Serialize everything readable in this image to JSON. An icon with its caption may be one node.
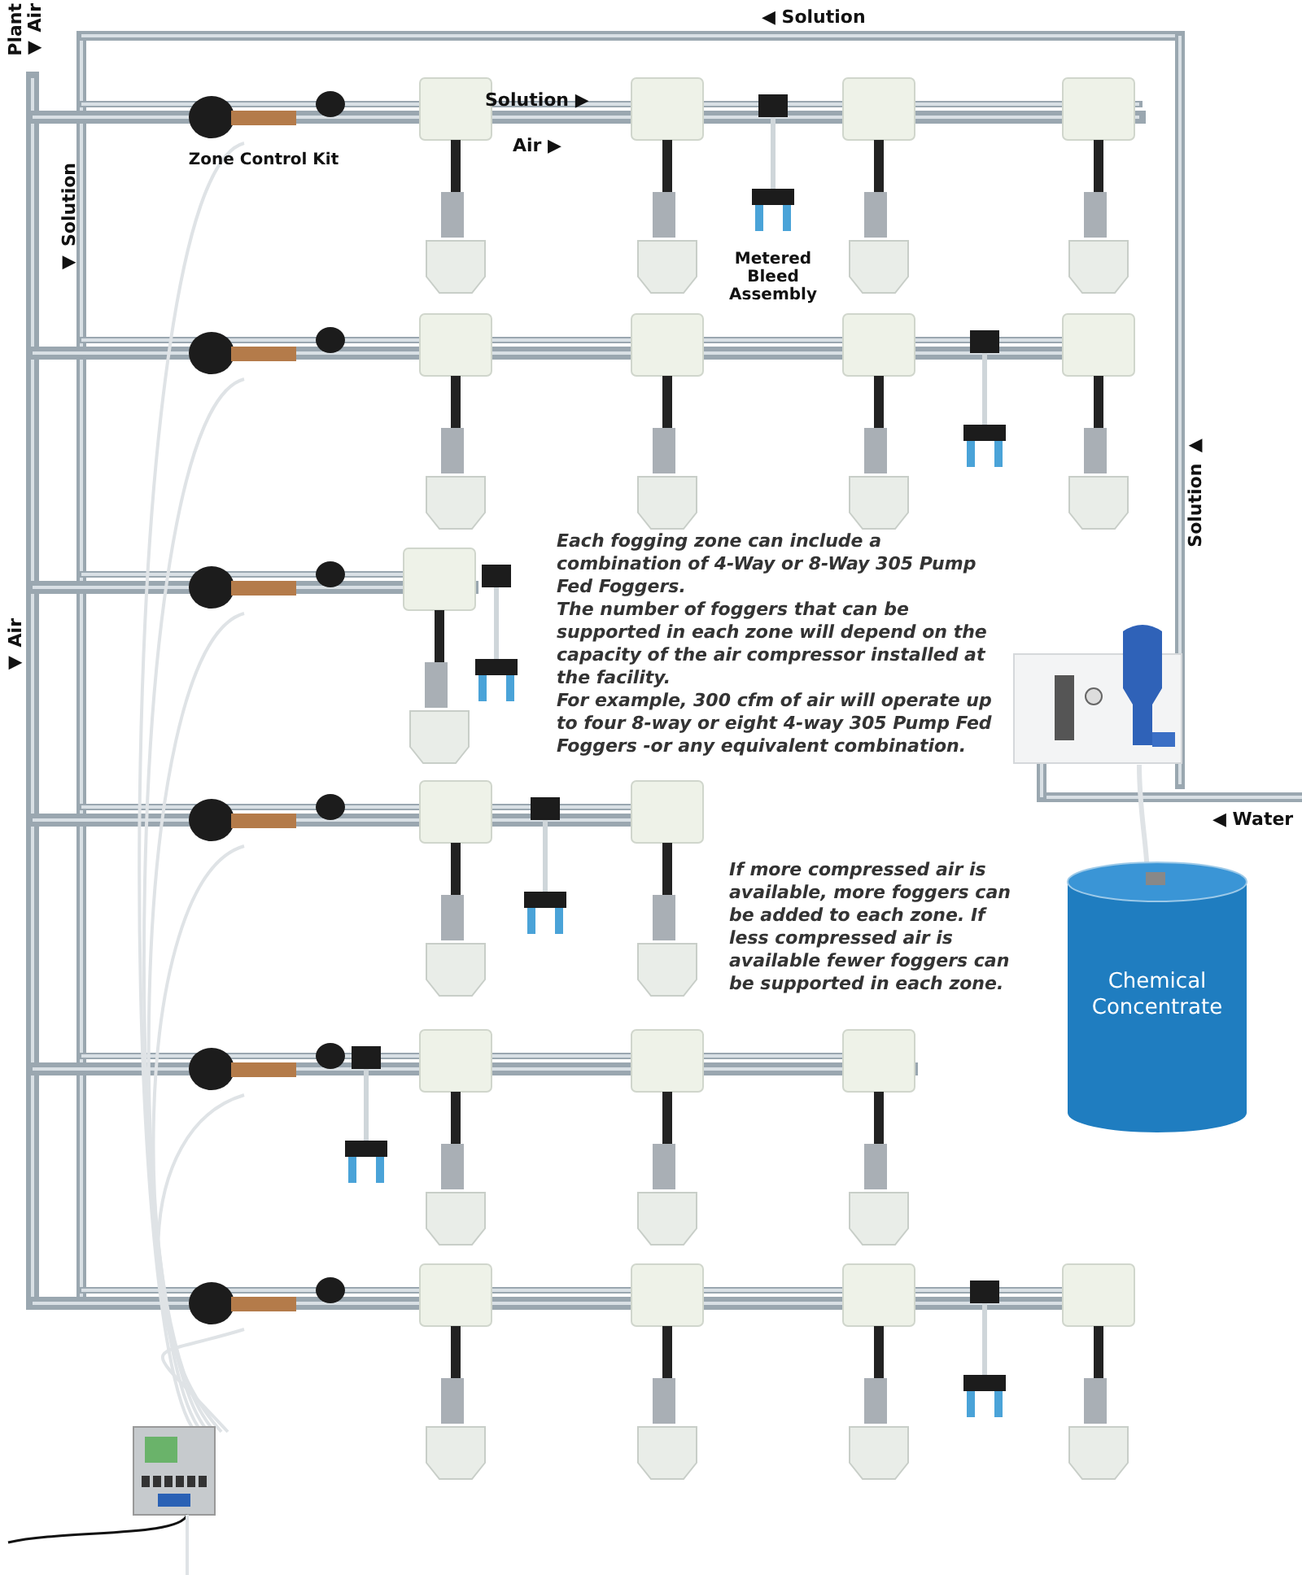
{
  "diagram": {
    "nodes": [
      {
        "text": [
          "Zone Control Kit"
        ]
      },
      {
        "text": [
          "Metered Bleed Assembly"
        ]
      },
      {
        "text": [
          "Chemical Concentrate"
        ]
      }
    ],
    "labels": [
      "Plant",
      "◀ Air",
      "◀ Solution",
      "Solution ▶",
      "Air ▶",
      "◀ Solution",
      "◀ Air",
      "Solution ▶",
      "◀ Water",
      "Each fogging zone can include a combination of 4-Way or 8-Way 305 Pump Fed Foggers.",
      "The number of foggers that can be supported in each zone will depend on the capacity of the air compressor installed at the facility.",
      "For example, 300 cfm of air will operate up to four 8-way or eight 4-way 305 Pump Fed Foggers -or any equivalent combination.",
      "If more compressed air is available, more foggers can be added to each zone. If less compressed air is available fewer foggers can be supported in each zone."
    ]
  }
}
